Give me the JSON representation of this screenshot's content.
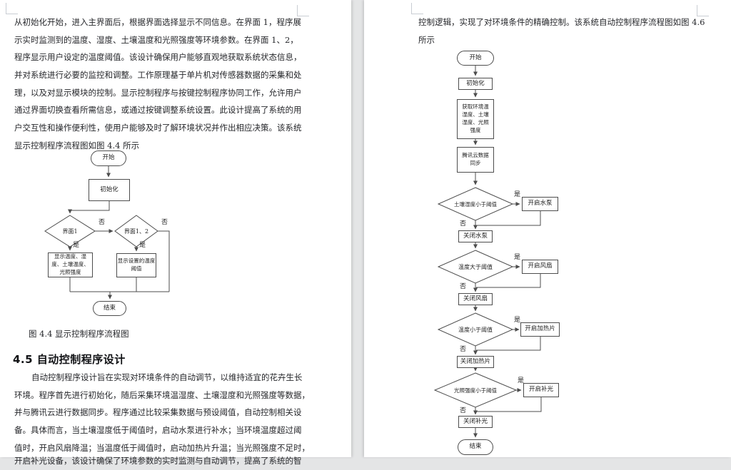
{
  "ui": {
    "yes": "是",
    "no": "否"
  },
  "left_page": {
    "para1": [
      "从初始化开始，进入主界面后，根据界面选择显示不同信息。在界面 1，程序展",
      "示实时监测到的温度、湿度、土壤温度和光照强度等环境参数。在界面 1、2，",
      "程序显示用户设定的温度阈值。该设计确保用户能够直观地获取系统状态信息，",
      "并对系统进行必要的监控和调整。工作原理基于单片机对传感器数据的采集和处",
      "理，以及对显示模块的控制。显示控制程序与按键控制程序协同工作，允许用户",
      "通过界面切换查看所需信息，或通过按键调整系统设置。此设计提高了系统的用",
      "户交互性和操作便利性，使用户能够及时了解环境状况并作出相应决策。该系统",
      "显示控制程序流程图如图 4.4 所示"
    ],
    "figure_caption": "图 4.4 显示控制程序流程图",
    "section_heading": "4.5 自动控制程序设计",
    "para2": [
      "自动控制程序设计旨在实现对环境条件的自动调节，以维持适宜的花卉生长",
      "环境。程序首先进行初始化，随后采集环境温湿度、土壤湿度和光照强度等数据，",
      "并与腾讯云进行数据同步。程序通过比较采集数据与预设阈值，自动控制相关设",
      "备。具体而言，当土壤湿度低于阈值时，启动水泵进行补水；当环境温度超过阈",
      "值时，开启风扇降温；当温度低于阈值时，启动加热片升温；当光照强度不足时，",
      "开启补光设备，该设计确保了环境参数的实时监测与自动调节，提高了系统的智"
    ],
    "flowchart": {
      "start": "开始",
      "init": "初始化",
      "decision1": "界面1",
      "decision2": "界面1、2",
      "box_display_env": "显示温度、湿\n度、土壤温度、\n光照强度",
      "box_display_threshold": "显示设置的温度\n阈值",
      "end": "结束"
    }
  },
  "right_page": {
    "para": [
      "控制逻辑，实现了对环境条件的精确控制。该系统自动控制程序流程图如图 4.6",
      "所示"
    ],
    "flowchart": {
      "start": "开始",
      "init": "初始化",
      "acquire": "获取环境温\n湿度、土壤\n湿度、光照\n强度",
      "cloud": "腾讯云数据\n同步",
      "d1": "土壤湿度小于阈值",
      "on1": "开启水泵",
      "off1": "关闭水泵",
      "d2": "温度大于阈值",
      "on2": "开启风扇",
      "off2": "关闭风扇",
      "d3": "温度小于阈值",
      "on3": "开启加热片",
      "off3": "关闭加热片",
      "d4": "光照强度小于阈值",
      "on4": "开启补光",
      "off4": "关闭补光",
      "end": "结束"
    }
  },
  "colors": {
    "page": "#ffffff",
    "background": "#e4e5e6",
    "text": "#26272b",
    "flow_stroke": "#4d4d4d"
  }
}
